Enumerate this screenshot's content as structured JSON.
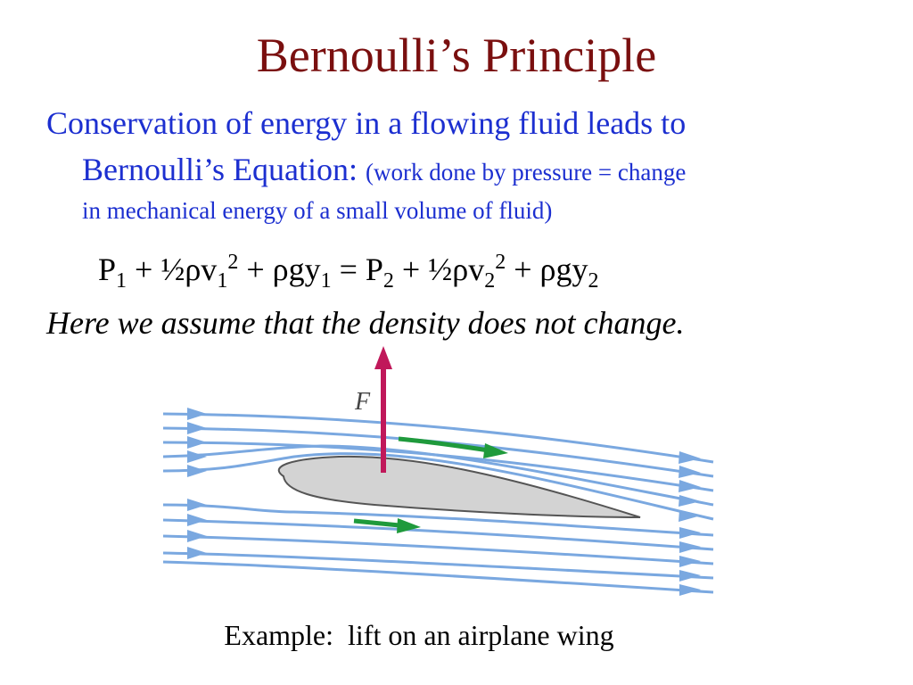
{
  "slide": {
    "title": "Bernoulli’s Principle",
    "intro_line1": "Conservation of energy in a flowing fluid leads to",
    "intro_line2_main": "Bernoulli’s Equation: ",
    "intro_line2_note": "(work done by pressure = change",
    "intro_line3_note": "in mechanical energy of a small volume of fluid)",
    "equation": {
      "p1": "P",
      "p1_sub": "1",
      "term1": " + ½ρv",
      "v1_sub": "1",
      "v1_sup": "2",
      "term2": " + ρgy",
      "y1_sub": "1",
      "eq": " = P",
      "p2_sub": "2",
      "term3": " + ½ρv",
      "v2_sub": "2",
      "v2_sup": "2",
      "term4": " + ρgy",
      "y2_sub": "2"
    },
    "assumption": "Here we assume that the density does not change.",
    "caption": "Example:  lift on an airplane wing"
  },
  "diagram": {
    "force_label": "F",
    "colors": {
      "streamline": "#7aa8e0",
      "airfoil_fill": "#d3d3d3",
      "airfoil_stroke": "#555555",
      "force_arrow": "#c0185a",
      "velocity_arrow": "#1f9a3c"
    }
  }
}
